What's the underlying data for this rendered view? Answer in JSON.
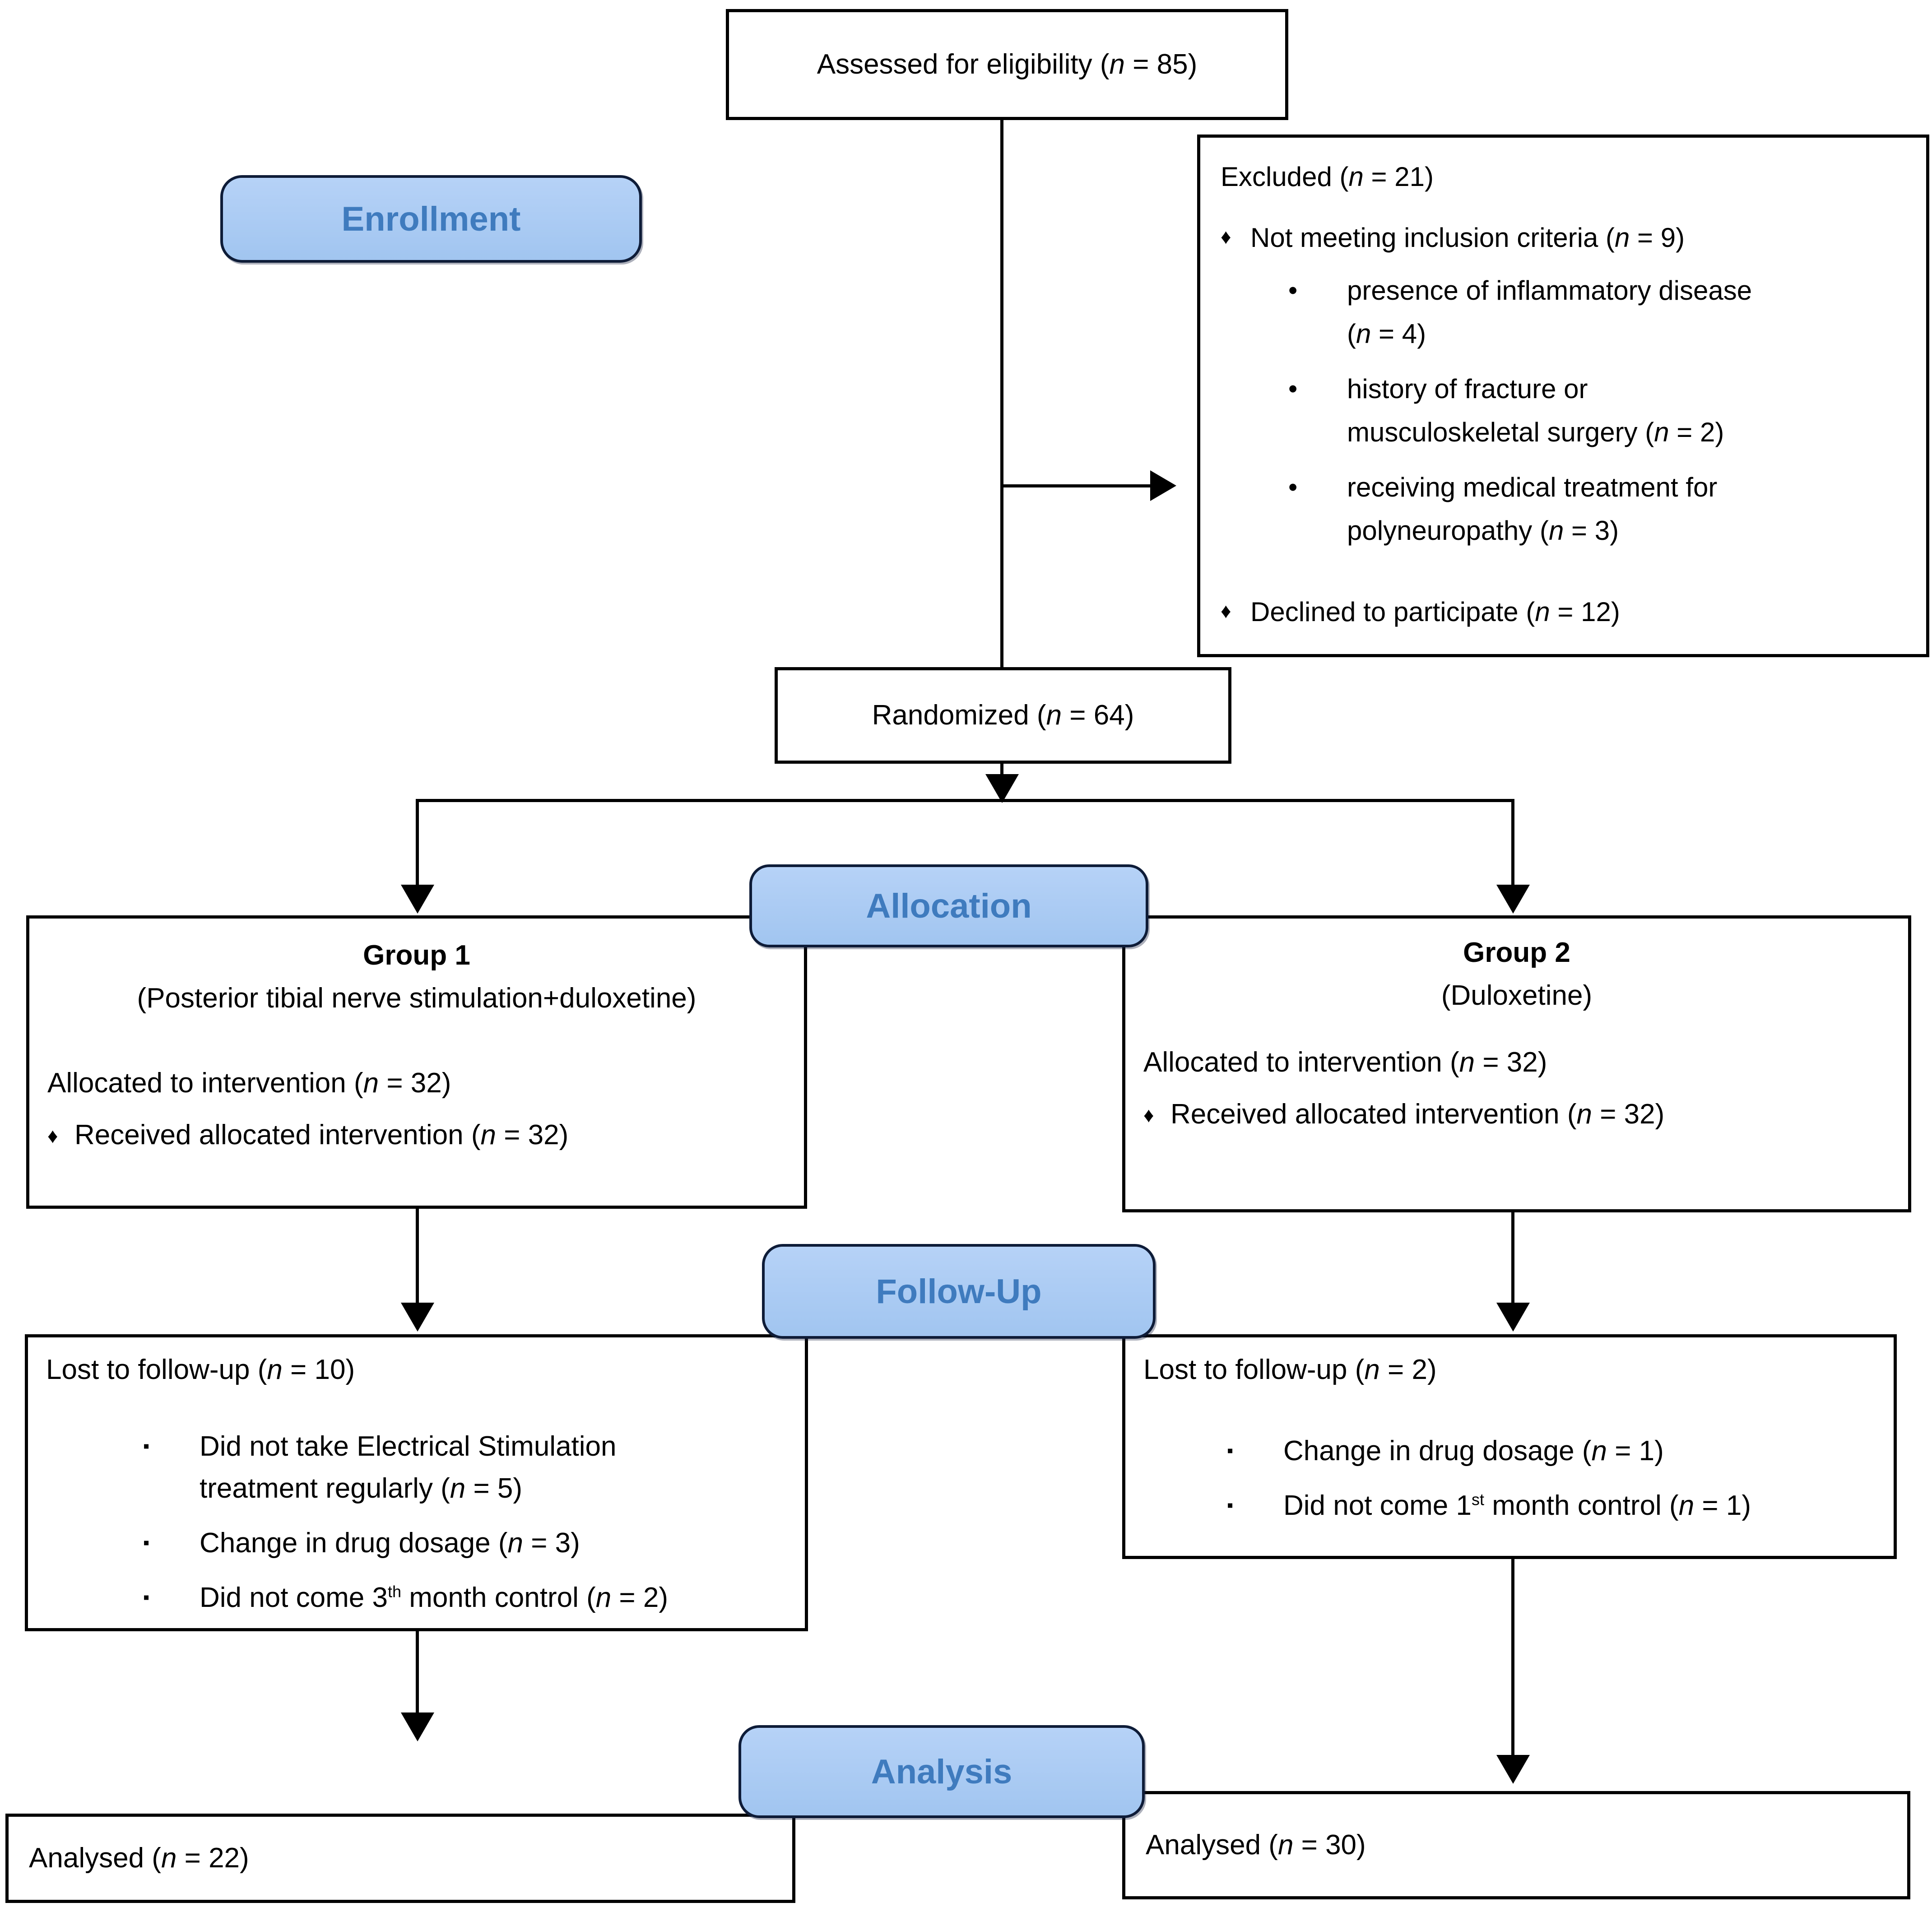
{
  "stage_labels": {
    "enrollment": "Enrollment",
    "allocation": "Allocation",
    "followup": "Follow-Up",
    "analysis": "Analysis"
  },
  "assessed": {
    "text": "Assessed for eligibility (n = 85)"
  },
  "excluded": {
    "title": "Excluded  (n = 21)",
    "bullet": "♦",
    "sub_bullet": "•",
    "items": [
      {
        "text": "Not meeting inclusion criteria (n = 9)",
        "subitems": [
          "presence of inflammatory disease\n(n = 4)",
          "history of fracture or\nmusculoskeletal surgery (n = 2)",
          "receiving medical treatment for\npolyneuropathy (n = 3)"
        ]
      },
      {
        "text": "Declined to participate (n = 12)"
      }
    ]
  },
  "randomized": {
    "text": "Randomized (n = 64)"
  },
  "group1": {
    "title": "Group 1",
    "subtitle": "(Posterior tibial nerve stimulation+duloxetine)",
    "bullet": "♦",
    "allocated": "Allocated to intervention (n = 32)",
    "received": "Received allocated intervention (n = 32)"
  },
  "group2": {
    "title": "Group 2",
    "subtitle": "(Duloxetine)",
    "bullet": "♦",
    "allocated": "Allocated to intervention (n = 32)",
    "received": "Received allocated intervention (n = 32)"
  },
  "followup1": {
    "title": "Lost to follow-up (n = 10)",
    "bullet": "▪",
    "items": [
      "Did not take Electrical Stimulation\ntreatment regularly (n = 5)",
      "Change in drug dosage (n = 3)",
      "Did not come 3{th} month control (n = 2)"
    ]
  },
  "followup2": {
    "title": "Lost to follow-up (n = 2)",
    "bullet": "▪",
    "items": [
      "Change in drug dosage (n = 1)",
      "Did not come 1{st} month control (n = 1)"
    ]
  },
  "analysed1": {
    "text": "Analysed  (n = 22)"
  },
  "analysed2": {
    "text": "Analysed  (n = 30)"
  },
  "colors": {
    "pill_fill": "#a7c8f2",
    "pill_border": "#0e1c38",
    "pill_text": "#3f7bbe",
    "box_border": "#000000",
    "line": "#000000"
  }
}
